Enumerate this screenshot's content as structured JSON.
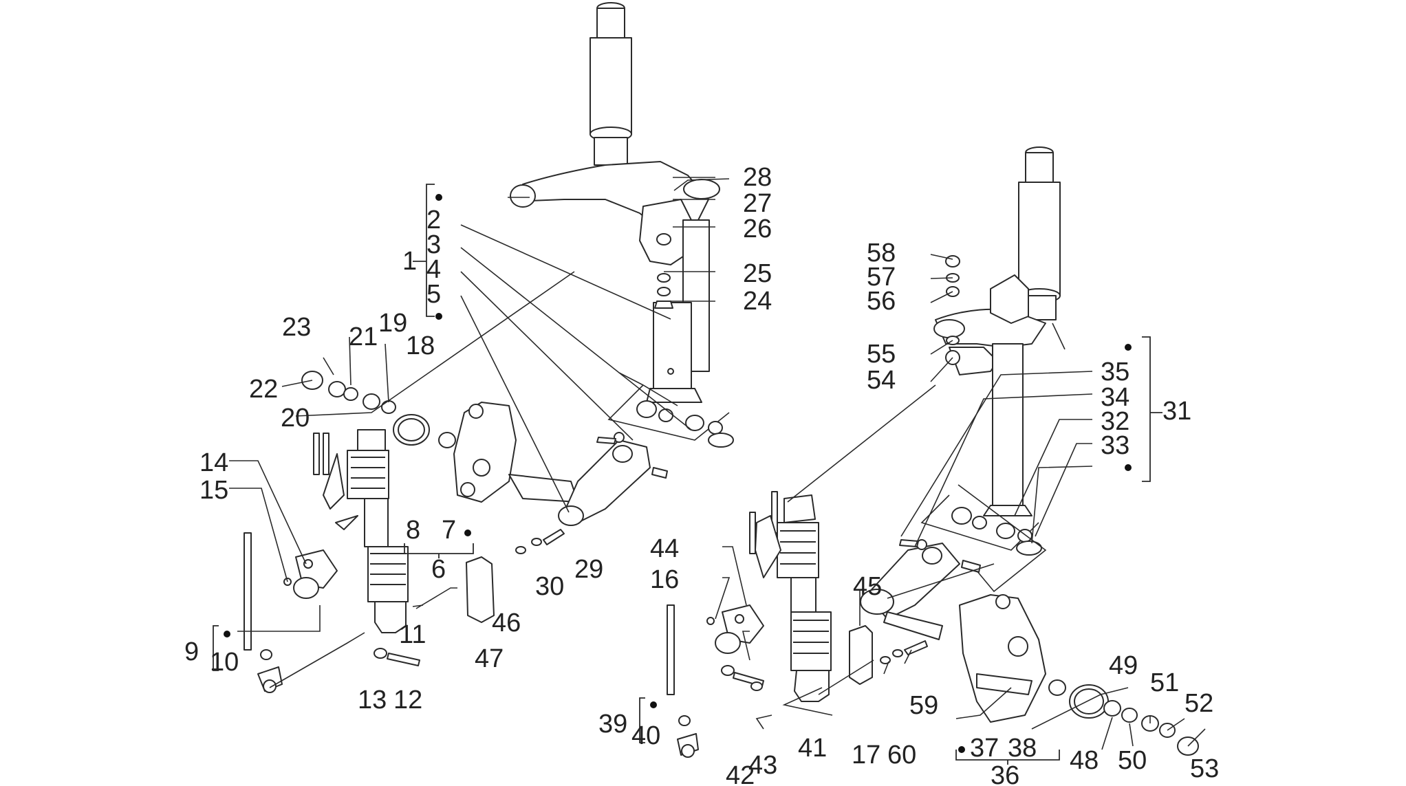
{
  "diagram": {
    "callouts": [
      "1",
      "2",
      "3",
      "4",
      "5",
      "6",
      "7",
      "8",
      "9",
      "10",
      "11",
      "12",
      "13",
      "14",
      "15",
      "16",
      "17",
      "18",
      "19",
      "20",
      "21",
      "22",
      "23",
      "24",
      "25",
      "26",
      "27",
      "28",
      "29",
      "30",
      "31",
      "32",
      "33",
      "34",
      "35",
      "36",
      "37",
      "38",
      "39",
      "40",
      "41",
      "42",
      "43",
      "44",
      "45",
      "46",
      "47",
      "48",
      "49",
      "50",
      "51",
      "52",
      "53",
      "54",
      "55",
      "56",
      "57",
      "58",
      "59",
      "60"
    ],
    "groups": {
      "left_fork": {
        "bracket": "1",
        "members": [
          "2",
          "3",
          "4",
          "5"
        ]
      },
      "left_hub": {
        "bracket": "6",
        "members": [
          "7",
          "8"
        ]
      },
      "left_brake_caliper_pin": {
        "bracket": "9",
        "members": [
          "10"
        ]
      },
      "right_fork": {
        "bracket": "31",
        "members": [
          "32",
          "33",
          "34",
          "35"
        ]
      },
      "right_hub": {
        "bracket": "36",
        "members": [
          "37",
          "38"
        ]
      },
      "right_brake_caliper_pin": {
        "bracket": "39",
        "members": [
          "40"
        ]
      }
    }
  },
  "icons": {
    "left_steering_tube": "steering-column-icon",
    "right_steering_tube": "steering-column-icon",
    "shock_absorber": "spring-shock-icon",
    "hub": "wheel-hub-icon"
  },
  "colors": {
    "line": "#2a2a2a",
    "text": "#222222",
    "background": "#ffffff"
  }
}
